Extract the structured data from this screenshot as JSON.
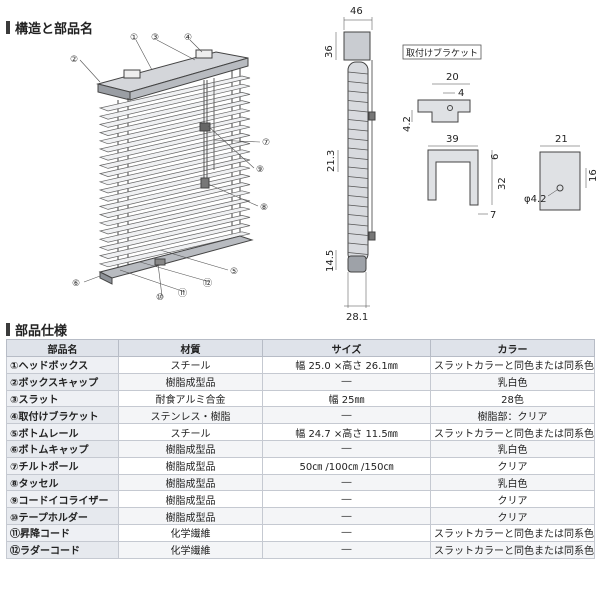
{
  "section1": {
    "title": "構造と部品名"
  },
  "section2": {
    "title": "部品仕様"
  },
  "labels": {
    "l1": "①",
    "l2": "②",
    "l3": "③",
    "l4": "④",
    "l5": "⑤",
    "l6": "⑥",
    "l7": "⑦",
    "l8": "⑧",
    "l9": "⑨",
    "l10": "⑩",
    "l11": "⑪",
    "l12": "⑫"
  },
  "side_dims": {
    "top_width": "46",
    "head_height": "36",
    "slat_pitch": "21.3",
    "bottom_height": "14.5",
    "bottom_width": "28.1"
  },
  "bracket": {
    "title": "取付けブラケット",
    "d20": "20",
    "d4": "4",
    "d42a": "4.2",
    "d39": "39",
    "d6": "6",
    "d32": "32",
    "d7": "7",
    "d21": "21",
    "d16": "16",
    "d42b": "φ4.2"
  },
  "table": {
    "headers": [
      "部品名",
      "材質",
      "サイズ",
      "カラー"
    ],
    "rows": [
      [
        "①ヘッドボックス",
        "スチール",
        "幅 25.0 ×高さ 26.1㎜",
        "スラットカラーと同色または同系色"
      ],
      [
        "②ボックスキャップ",
        "樹脂成型品",
        "―",
        "乳白色"
      ],
      [
        "③スラット",
        "耐食アルミ合金",
        "幅 25㎜",
        "28色"
      ],
      [
        "④取付けブラケット",
        "ステンレス・樹脂",
        "―",
        "樹脂部：クリア"
      ],
      [
        "⑤ボトムレール",
        "スチール",
        "幅 24.7 ×高さ 11.5㎜",
        "スラットカラーと同色または同系色"
      ],
      [
        "⑥ボトムキャップ",
        "樹脂成型品",
        "―",
        "乳白色"
      ],
      [
        "⑦チルトポール",
        "樹脂成型品",
        "50㎝ /100㎝ /150㎝",
        "クリア"
      ],
      [
        "⑧タッセル",
        "樹脂成型品",
        "―",
        "乳白色"
      ],
      [
        "⑨コードイコライザー",
        "樹脂成型品",
        "―",
        "クリア"
      ],
      [
        "⑩テープホルダー",
        "樹脂成型品",
        "―",
        "クリア"
      ],
      [
        "⑪昇降コード",
        "化学繊維",
        "―",
        "スラットカラーと同色または同系色"
      ],
      [
        "⑫ラダーコード",
        "化学繊維",
        "―",
        "スラットカラーと同色または同系色"
      ]
    ]
  }
}
